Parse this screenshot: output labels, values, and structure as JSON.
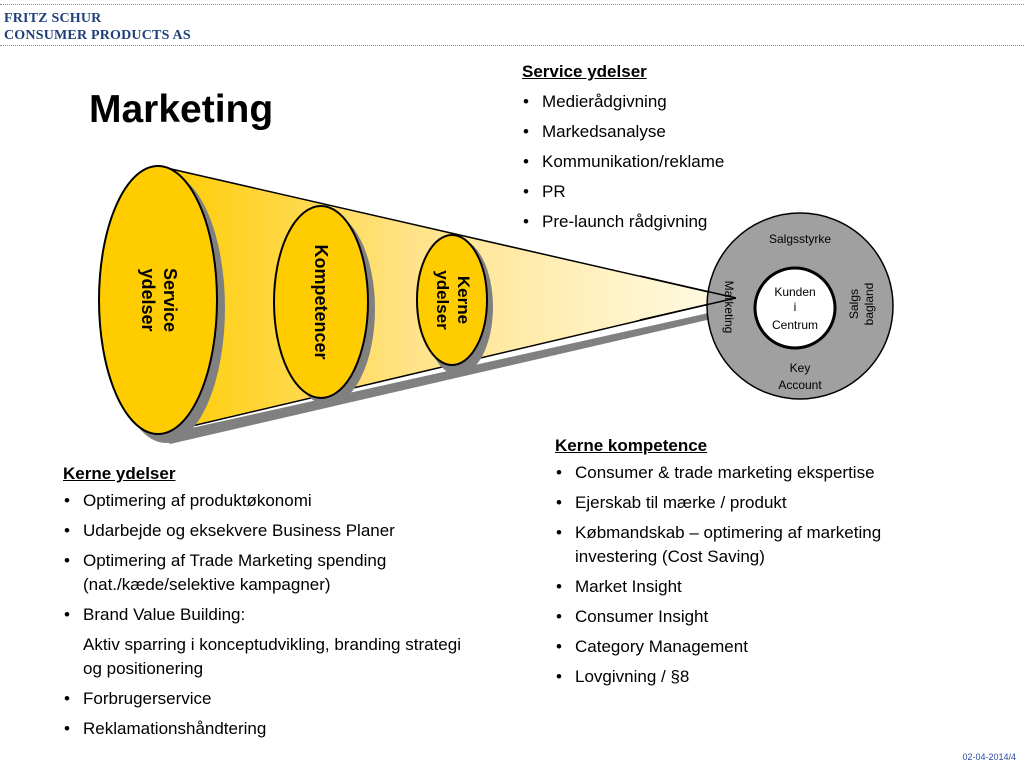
{
  "header": {
    "brand_line1": "FRITZ SCHUR",
    "brand_line2": "CONSUMER PRODUCTS AS"
  },
  "title": "Marketing",
  "diagram": {
    "ellipse_labels": {
      "service_line1": "Service",
      "service_line2": "ydelser",
      "kompetencer": "Kompetencer",
      "kerne_line1": "Kerne",
      "kerne_line2": "ydelser"
    },
    "circle": {
      "top": "Salgsstyrke",
      "left": "Marketing",
      "right_line1": "Salgs",
      "right_line2": "bagland",
      "bottom_line1": "Key",
      "bottom_line2": "Account",
      "center_line1": "Kunden",
      "center_line2": "i",
      "center_line3": "Centrum"
    },
    "colors": {
      "ellipse_fill": "#ffcc00",
      "cone_light": "#fffbe8",
      "shadow": "#808080",
      "circle_ring": "#a0a0a0"
    }
  },
  "service": {
    "heading": "Service ydelser",
    "items": [
      "Medierådgivning",
      "Markedsanalyse",
      "Kommunikation/reklame",
      "PR",
      "Pre-launch rådgivning"
    ]
  },
  "kerne_ydelser": {
    "heading": "Kerne ydelser",
    "items": [
      "Optimering af produktøkonomi",
      "Udarbejde og eksekvere Business Planer",
      "Optimering af Trade Marketing spending (nat./kæde/selektive kampagner)",
      "Brand Value Building:",
      "Aktiv sparring i konceptudvikling, branding strategi og positionering",
      "Forbrugerservice",
      "Reklamationshåndtering"
    ]
  },
  "kerne_kompetence": {
    "heading": "Kerne kompetence",
    "items": [
      "Consumer & trade marketing ekspertise",
      "Ejerskab til mærke / produkt",
      "Købmandskab – optimering af marketing investering (Cost Saving)",
      "Market Insight",
      "Consumer Insight",
      "Category Management",
      "Lovgivning / §8"
    ]
  },
  "footer": "02-04-2014/4"
}
